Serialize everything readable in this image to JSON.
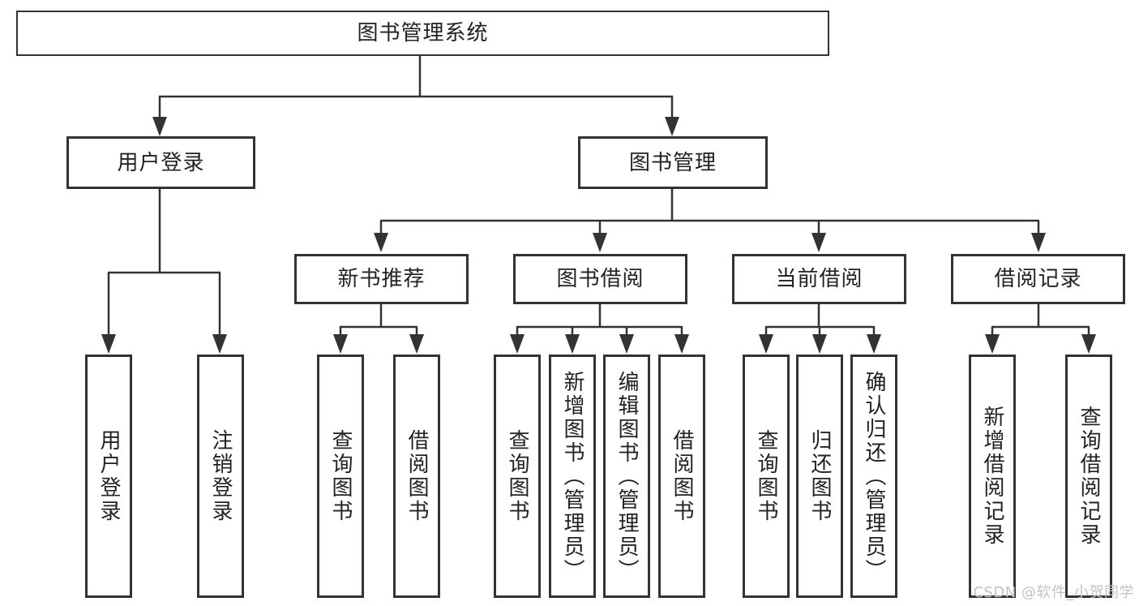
{
  "tree": {
    "root": {
      "label": "图书管理系统",
      "children": [
        {
          "label": "用户登录",
          "children": [
            {
              "label": "用户登录"
            },
            {
              "label": "注销登录"
            }
          ]
        },
        {
          "label": "图书管理",
          "children": [
            {
              "label": "新书推荐",
              "children": [
                {
                  "label": "查询图书"
                },
                {
                  "label": "借阅图书"
                }
              ]
            },
            {
              "label": "图书借阅",
              "children": [
                {
                  "label": "查询图书"
                },
                {
                  "label": "新增图书（管理员）"
                },
                {
                  "label": "编辑图书（管理员）"
                },
                {
                  "label": "借阅图书"
                }
              ]
            },
            {
              "label": "当前借阅",
              "children": [
                {
                  "label": "查询图书"
                },
                {
                  "label": "归还图书"
                },
                {
                  "label": "确认归还（管理员）"
                }
              ]
            },
            {
              "label": "借阅记录",
              "children": [
                {
                  "label": "新增借阅记录"
                },
                {
                  "label": "查询借阅记录"
                }
              ]
            }
          ]
        }
      ]
    }
  },
  "watermark": {
    "text": "CSDN @软件_小贺同学"
  },
  "colors": {
    "background": "#ffffff",
    "line": "#333333",
    "box_border": "#333333",
    "text": "#222222",
    "watermark": "#c0c3c6"
  }
}
